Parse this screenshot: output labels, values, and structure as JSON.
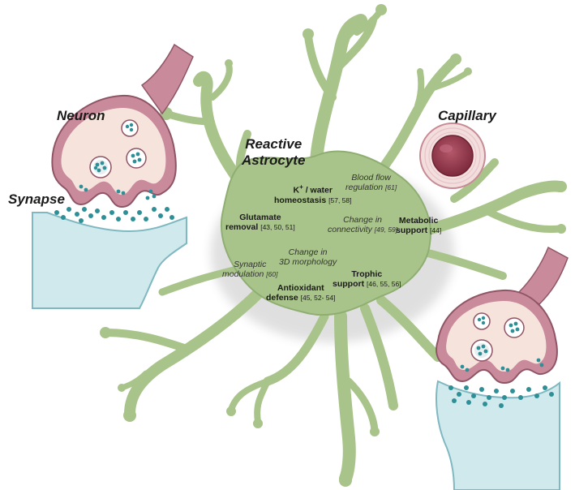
{
  "labels": {
    "neuron": "Neuron",
    "synapse": "Synapse",
    "reactive_astrocyte_line1": "Reactive",
    "reactive_astrocyte_line2": "Astrocyte",
    "capillary": "Capillary"
  },
  "functions": {
    "k_water": {
      "line1_pre": "K",
      "line1_sup": "+",
      "line1_post": " / water",
      "line2": "homeostasis",
      "ref": "[57, 58]"
    },
    "blood_flow": {
      "line1": "Blood flow",
      "line2": "regulation",
      "ref": "[61]"
    },
    "glutamate": {
      "line1": "Glutamate",
      "line2": "removal",
      "ref": "[43, 50, 51]"
    },
    "connectivity": {
      "line1": "Change in",
      "line2": "connectivity",
      "ref": "[49, 59]"
    },
    "metabolic": {
      "line1": "Metabolic",
      "line2": "support",
      "ref": "[44]"
    },
    "morphology": {
      "line1": "Change in",
      "line2": "3D morphology"
    },
    "synaptic": {
      "line1": "Synaptic",
      "line2": "modulation",
      "ref": "[60]"
    },
    "trophic": {
      "line1": "Trophic",
      "line2": "support",
      "ref": "[46, 55, 56]"
    },
    "antioxidant": {
      "line1": "Antioxidant",
      "line2": "defense",
      "ref": "[45, 52- 54]"
    }
  },
  "colors": {
    "astrocyte": "#a9c48a",
    "astrocyte_outline": "#8fae72",
    "neuron_axon": "#c98b9c",
    "terminal_fill": "#f6e4dc",
    "dendrite": "#cfe9ec",
    "vesicle": "#2f8f97",
    "capillary_wall": "#f3dede",
    "capillary_lumen": "#9a3a4f"
  }
}
